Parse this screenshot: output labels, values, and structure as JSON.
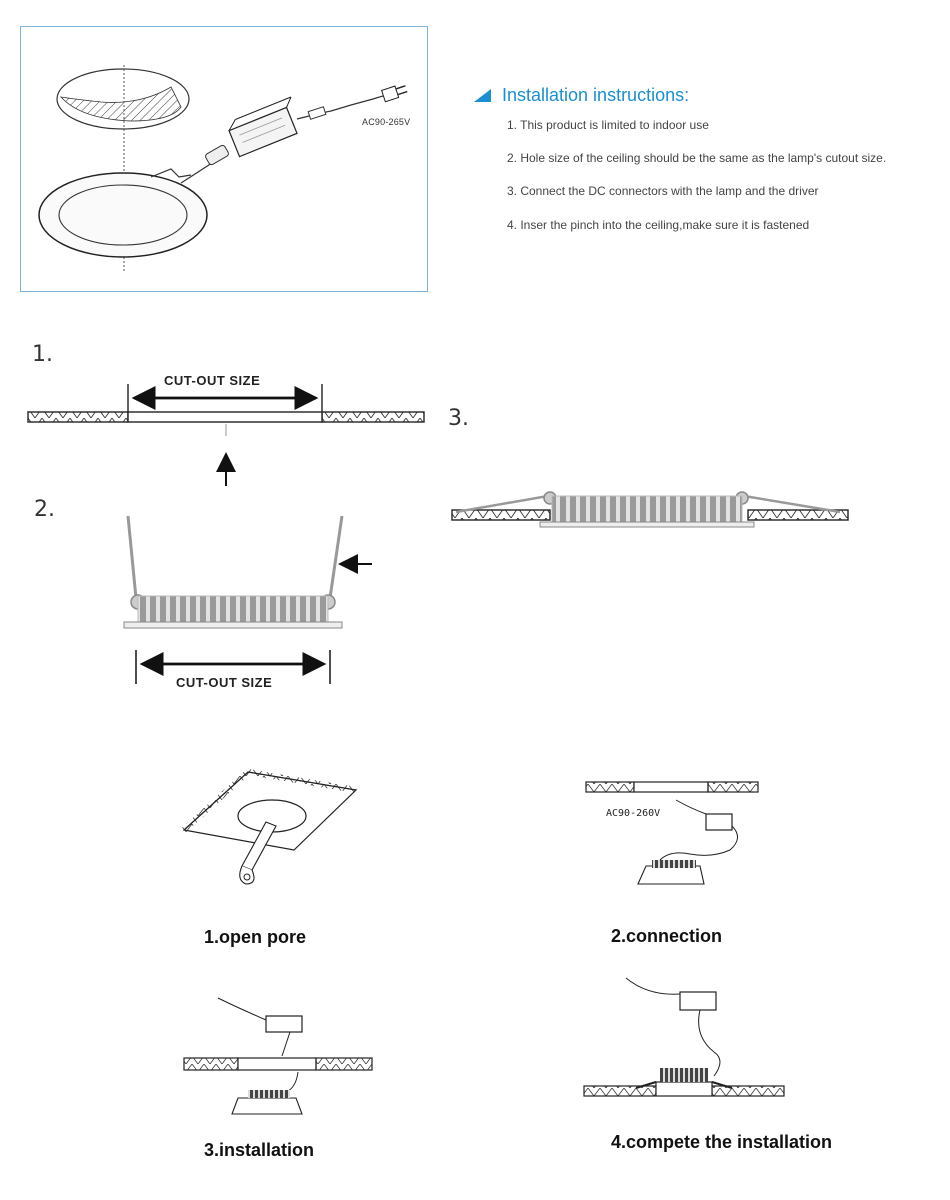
{
  "top_panel": {
    "voltage_label": "AC90-265V"
  },
  "instructions": {
    "title": "Installation instructions:",
    "steps": [
      "1. This product is limited to indoor use",
      "2. Hole size of the ceiling should be the same as the lamp's cutout size.",
      "3. Connect the DC connectors with the lamp and the driver",
      "4. Inser the pinch into the ceiling,make sure it is fastened"
    ],
    "accent_color": "#1a8fd1"
  },
  "steps_diagram": {
    "label_1": "1.",
    "label_2": "2.",
    "label_3": "3.",
    "cutout_label_top": "CUT-OUT SIZE",
    "cutout_label_bottom": "CUT-OUT SIZE"
  },
  "bottom_steps": {
    "voltage_label": "AC90-260V",
    "captions": [
      "1.open pore",
      "2.connection",
      "3.installation",
      "4.compete the installation"
    ]
  }
}
